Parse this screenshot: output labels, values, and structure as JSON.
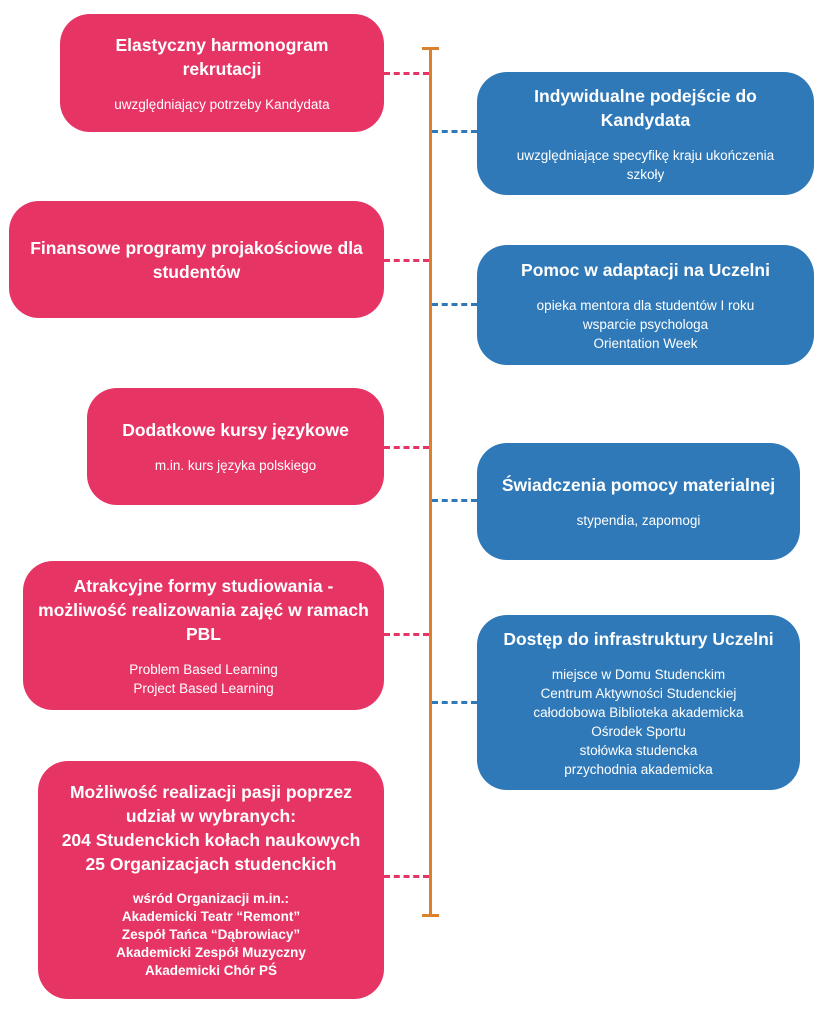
{
  "left_boxes": [
    {
      "title": [
        "Elastyczny harmonogram",
        "rekrutacji"
      ],
      "lines": [
        "uwzględniający potrzeby Kandydata"
      ]
    },
    {
      "title": [
        "Finansowe programy projakościowe dla",
        "studentów"
      ],
      "lines": []
    },
    {
      "title": [
        "Dodatkowe kursy językowe"
      ],
      "lines": [
        "m.in. kurs języka polskiego"
      ]
    },
    {
      "title": [
        "Atrakcyjne formy studiowania -",
        "możliwość realizowania zajęć w ramach",
        "PBL"
      ],
      "lines": [
        "Problem Based Learning",
        "Project Based Learning"
      ]
    },
    {
      "title": [
        "Możliwość realizacji pasji poprzez",
        "udział w wybranych:",
        "204 Studenckich kołach naukowych",
        "25 Organizacjach studenckich"
      ],
      "lines": [
        "wśród Organizacji m.in.:",
        "Akademicki Teatr “Remont”",
        "Zespół Tańca “Dąbrowiacy”",
        "Akademicki Zespół Muzyczny",
        "Akademicki Chór PŚ"
      ]
    }
  ],
  "right_boxes": [
    {
      "title": [
        "Indywidualne podejście do",
        "Kandydata"
      ],
      "lines": [
        "uwzględniające specyfikę kraju ukończenia",
        "szkoły"
      ]
    },
    {
      "title": [
        "Pomoc w adaptacji na Uczelni"
      ],
      "lines": [
        "opieka mentora dla studentów I roku",
        "wsparcie psychologa",
        "Orientation Week"
      ]
    },
    {
      "title": [
        "Świadczenia pomocy materialnej"
      ],
      "lines": [
        "stypendia, zapomogi"
      ]
    },
    {
      "title": [
        "Dostęp do infrastruktury Uczelni"
      ],
      "lines": [
        "miejsce w Domu Studenckim",
        "Centrum Aktywności Studenckiej",
        "całodobowa Biblioteka akademicka",
        "Ośrodek Sportu",
        "stołówka studencka",
        "przychodnia akademicka"
      ]
    }
  ],
  "colors": {
    "pink": "#e63465",
    "blue": "#2f79b8",
    "axis": "#d9822b"
  }
}
